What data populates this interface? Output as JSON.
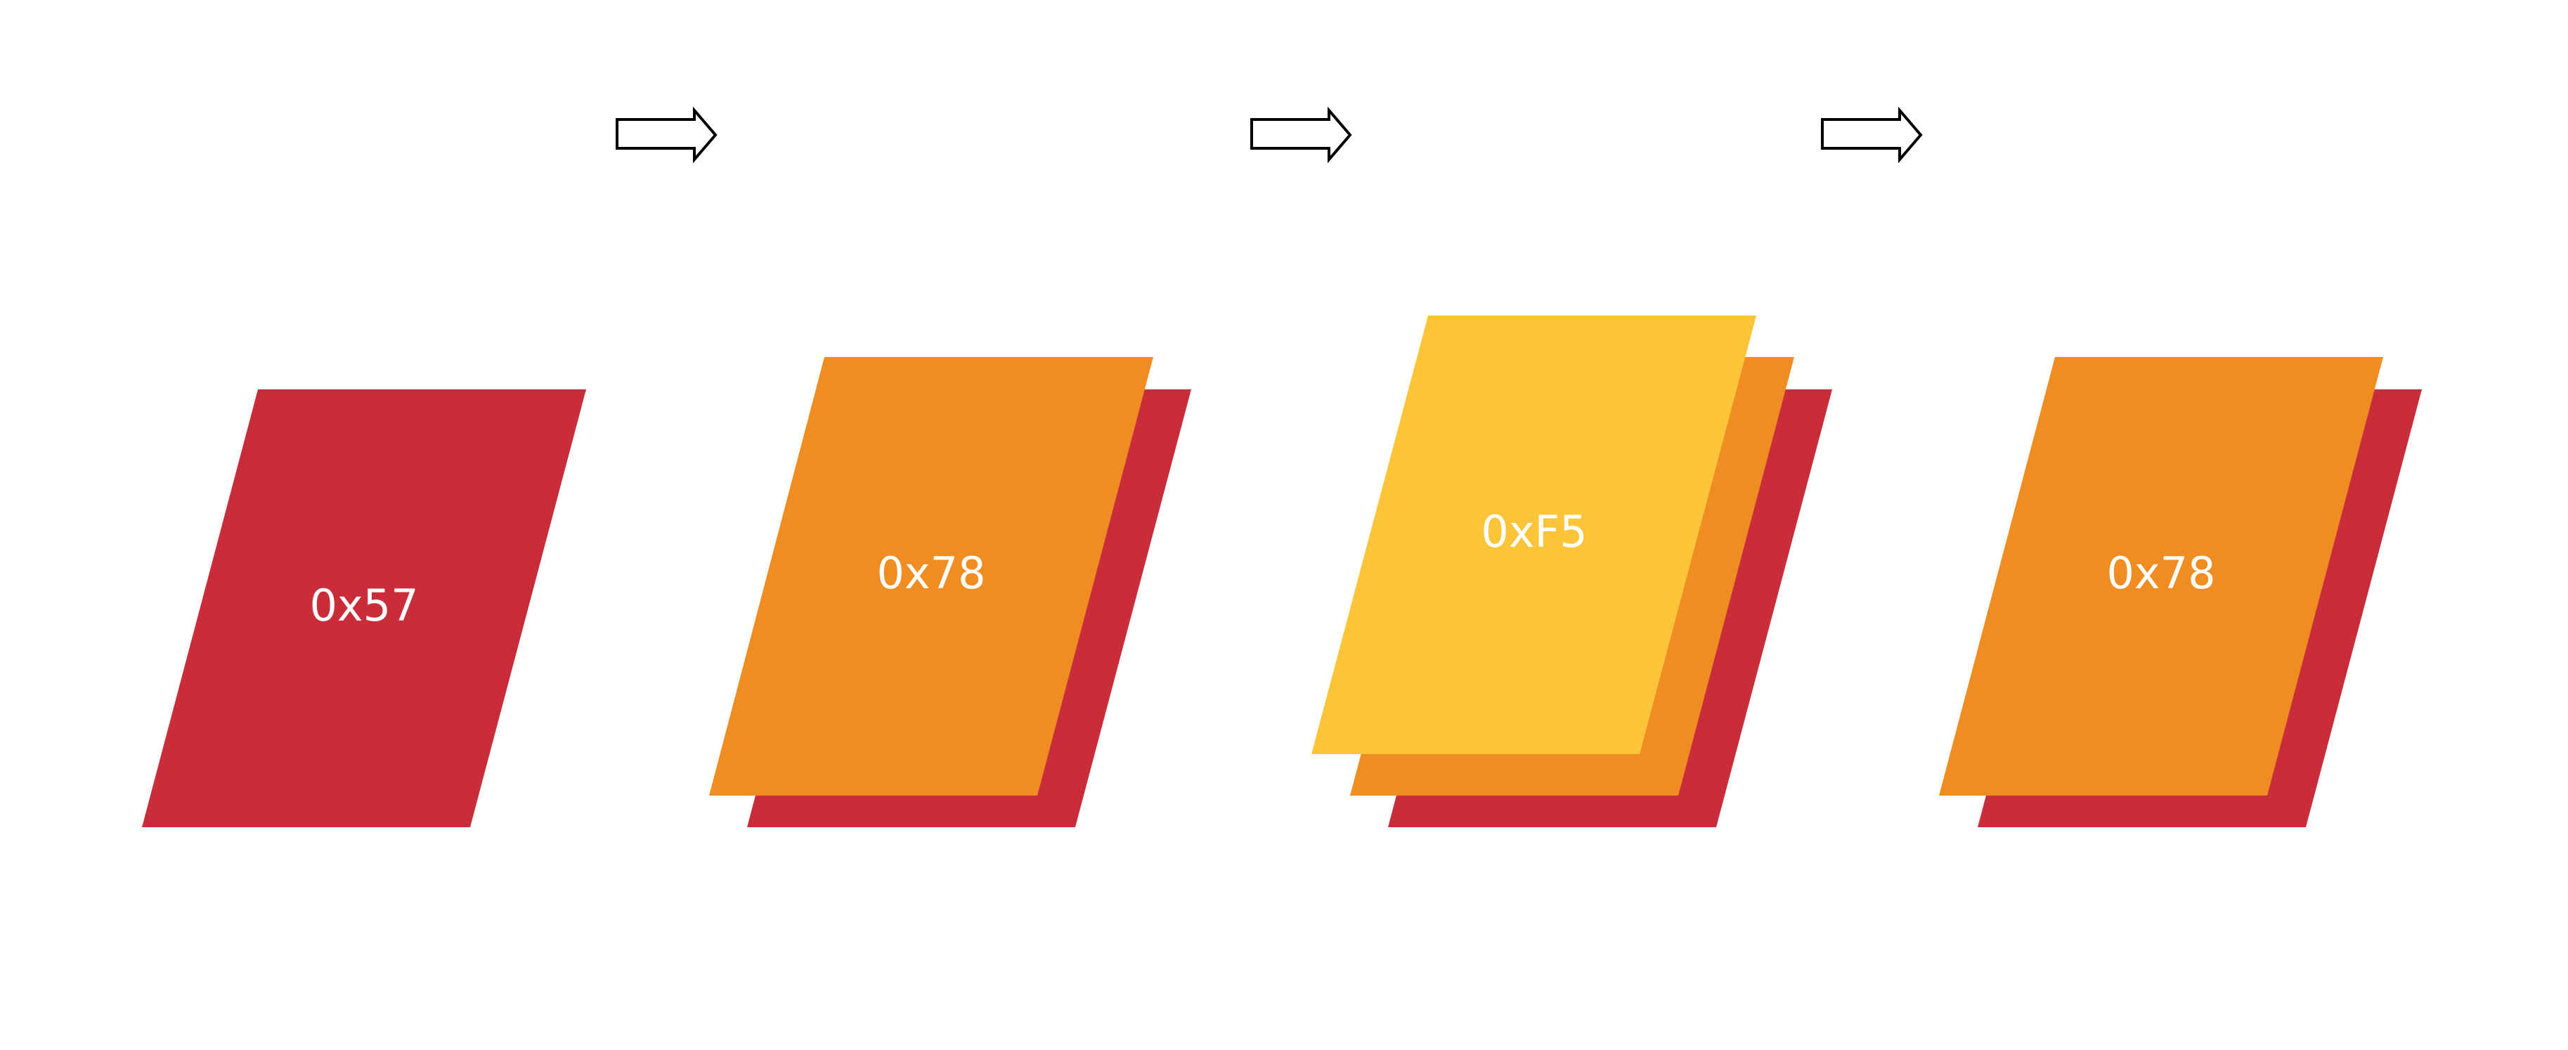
{
  "colors": {
    "background": "#ffffff",
    "red": "#c92d39",
    "orange": "#ef8d22",
    "yellow": "#fcc438",
    "arrow_stroke": "#000000",
    "label_text": "#ffffff"
  },
  "arrows": [
    {
      "icon": "right-arrow-icon"
    },
    {
      "icon": "right-arrow-icon"
    },
    {
      "icon": "right-arrow-icon"
    }
  ],
  "stages": [
    {
      "layers": [
        "red"
      ],
      "label": "0x57"
    },
    {
      "layers": [
        "red",
        "orange"
      ],
      "label": "0x78"
    },
    {
      "layers": [
        "red",
        "orange",
        "yellow"
      ],
      "label": "0xF5"
    },
    {
      "layers": [
        "red",
        "orange"
      ],
      "label": "0x78"
    }
  ]
}
